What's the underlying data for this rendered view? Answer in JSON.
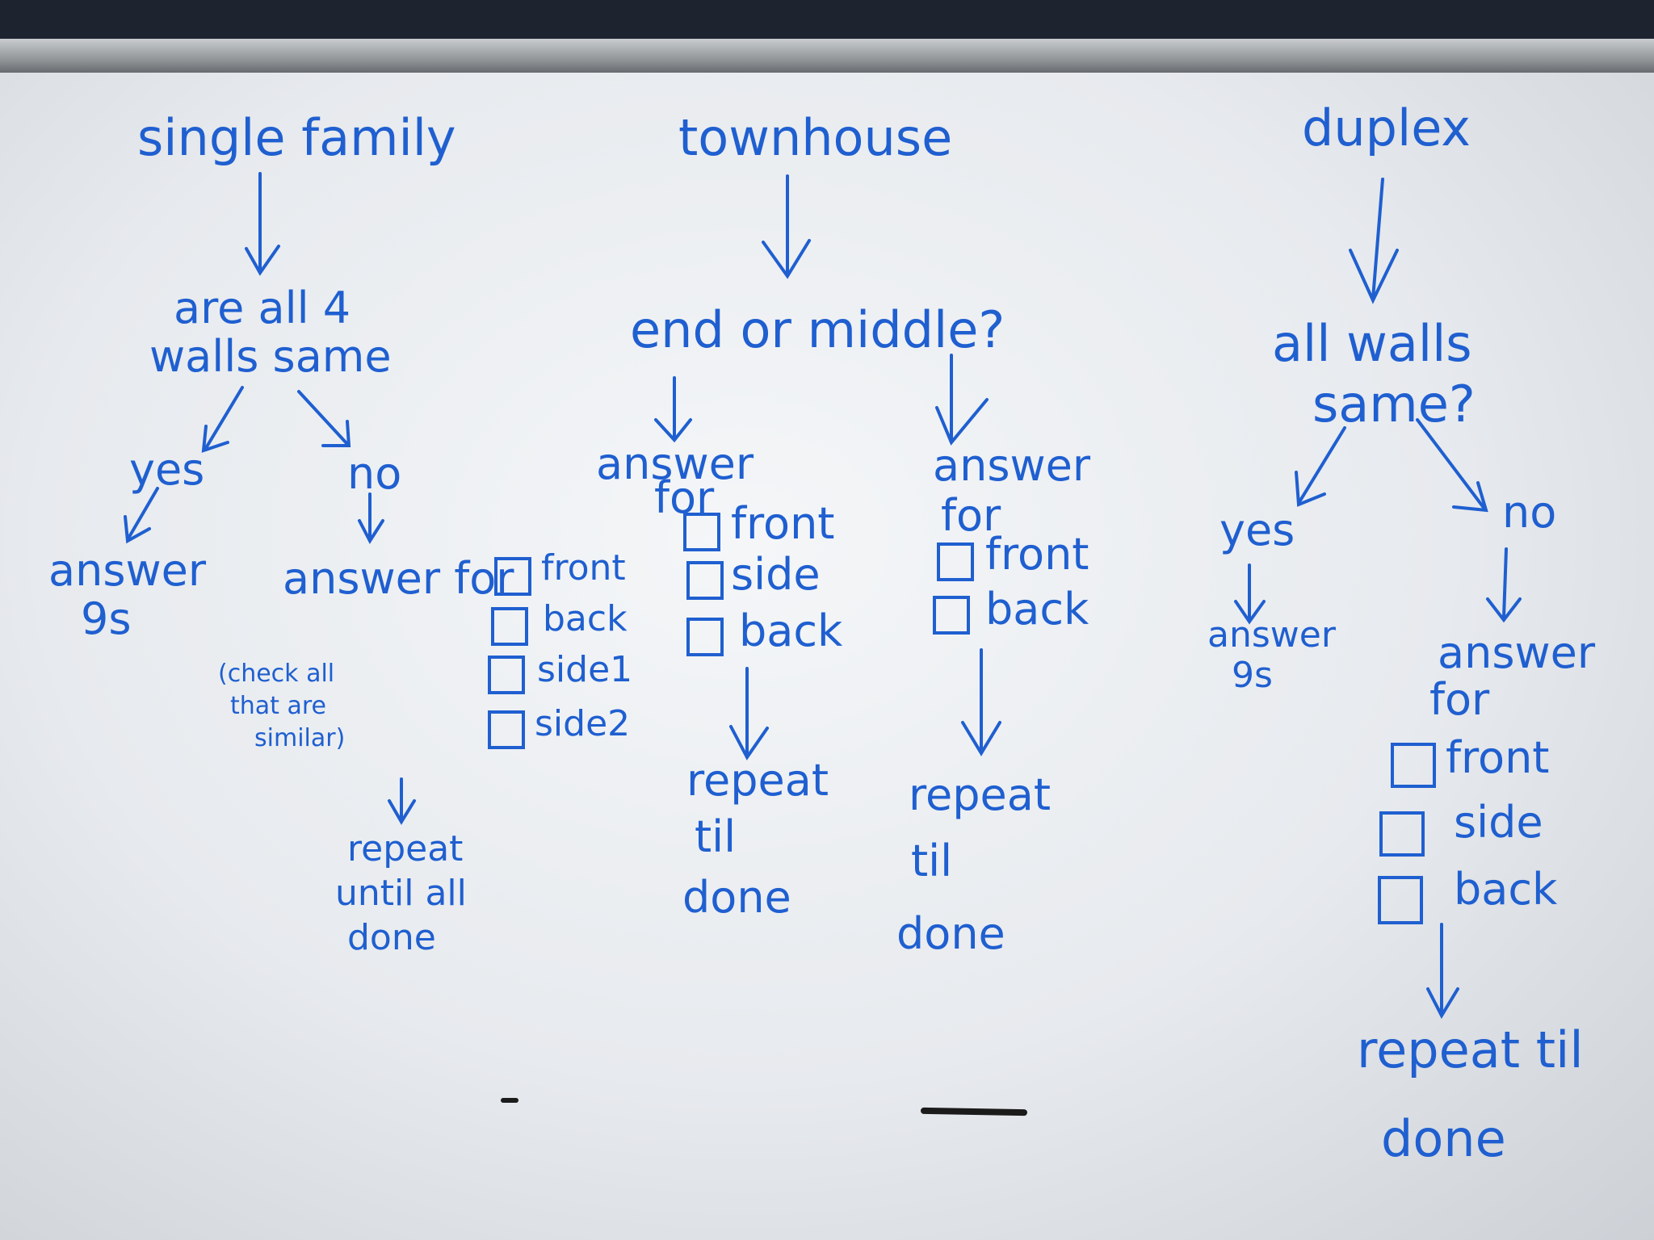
{
  "single_family": {
    "title": "single family",
    "question_line1": "are all 4",
    "question_line2": "walls same",
    "yes": "yes",
    "no": "no",
    "yes_answer_line1": "answer",
    "yes_answer_line2": "9s",
    "answer_for": "answer for",
    "options": [
      "front",
      "back",
      "side1",
      "side2"
    ],
    "note_line1": "(check all",
    "note_line2": "that are",
    "note_line3": "similar)",
    "repeat_line1": "repeat",
    "repeat_line2": "until all",
    "repeat_line3": "done"
  },
  "townhouse": {
    "title": "townhouse",
    "question": "end or middle?",
    "end": {
      "answer_line1": "answer",
      "answer_line2": "for",
      "options": [
        "front",
        "side",
        "back"
      ],
      "repeat_line1": "repeat",
      "repeat_line2": "til",
      "repeat_line3": "done"
    },
    "middle": {
      "answer_line1": "answer",
      "answer_line2": "for",
      "options": [
        "front",
        "back"
      ],
      "repeat_line1": "repeat",
      "repeat_line2": "til",
      "repeat_line3": "done"
    }
  },
  "duplex": {
    "title": "duplex",
    "question_line1": "all walls",
    "question_line2": "same?",
    "yes": "yes",
    "no": "no",
    "yes_answer_line1": "answer",
    "yes_answer_line2": "9s",
    "answer_line1": "answer",
    "answer_line2": "for",
    "options": [
      "front",
      "side",
      "back"
    ],
    "repeat_line1": "repeat til",
    "repeat_line2": "done"
  },
  "colors": {
    "marker": "#1f5fd0",
    "board": "#eef0f3",
    "frame": "#8d9194"
  }
}
